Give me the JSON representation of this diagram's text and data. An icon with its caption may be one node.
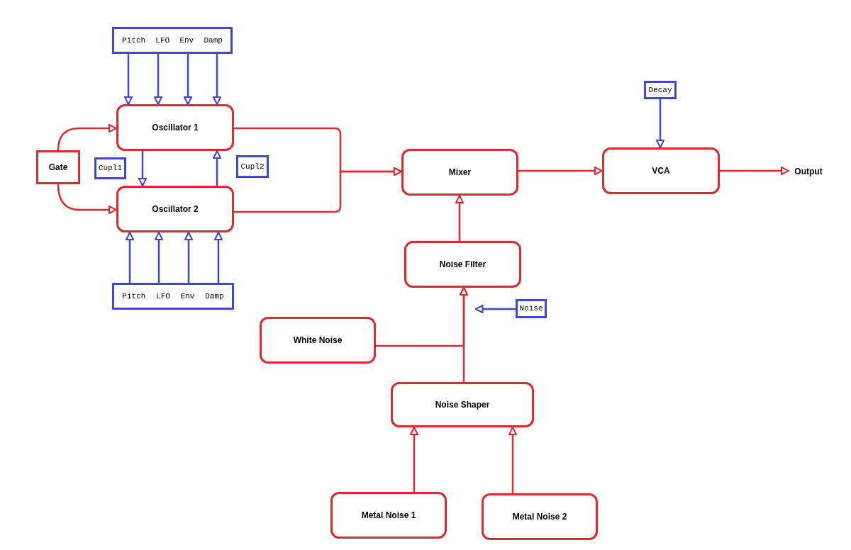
{
  "diagram": {
    "nodes": [
      {
        "text": [
          "Pitch",
          "LFO",
          "Env",
          "Damp"
        ]
      },
      {
        "text": [
          "Decay"
        ]
      },
      {
        "text": [
          "Oscillator 1"
        ]
      },
      {
        "text": [
          "Gate"
        ]
      },
      {
        "text": [
          "Cupl1"
        ]
      },
      {
        "text": [
          "Cupl2"
        ]
      },
      {
        "text": [
          "Mixer"
        ]
      },
      {
        "text": [
          "VCA"
        ]
      },
      {
        "text": [
          "Output"
        ]
      },
      {
        "text": [
          "Oscillator 2"
        ]
      },
      {
        "text": [
          "Noise Filter"
        ]
      },
      {
        "text": [
          "Pitch",
          "LFO",
          "Env",
          "Damp"
        ]
      },
      {
        "text": [
          "Noise"
        ]
      },
      {
        "text": [
          "White Noise"
        ]
      },
      {
        "text": [
          "Noise Shaper"
        ]
      },
      {
        "text": [
          "Metal Noise 1"
        ]
      },
      {
        "text": [
          "Metal Noise 2"
        ]
      }
    ],
    "edges": [
      {
        "from": 0,
        "to": 2,
        "arrow": "to"
      },
      {
        "from": 0,
        "to": 2,
        "arrow": "to"
      },
      {
        "from": 0,
        "to": 2,
        "arrow": "to"
      },
      {
        "from": 0,
        "to": 2,
        "arrow": "to"
      },
      {
        "from": 2,
        "to": 9,
        "arrow": "to"
      },
      {
        "from": 9,
        "to": 2,
        "arrow": "to"
      },
      {
        "from": 3,
        "to": 2,
        "arrow": "to",
        "color": "#dc2a31"
      },
      {
        "from": 3,
        "to": 9,
        "arrow": "to",
        "color": "#dc2a31"
      },
      {
        "from": 2,
        "to": 6,
        "arrow": "to",
        "color": "#dc2a31"
      },
      {
        "from": 9,
        "to": 6,
        "arrow": "to",
        "color": "#dc2a31"
      },
      {
        "from": 1,
        "to": 7,
        "arrow": "to"
      },
      {
        "from": 6,
        "to": 7,
        "arrow": "to",
        "color": "#dc2a31"
      },
      {
        "from": 7,
        "to": 8,
        "arrow": "to",
        "color": "#dc2a31"
      },
      {
        "from": 10,
        "to": 6,
        "arrow": "to",
        "color": "#dc2a31"
      },
      {
        "from": 12,
        "to": 10,
        "arrow": "to"
      },
      {
        "from": 13,
        "to": 10,
        "arrow": "to",
        "color": "#dc2a31"
      },
      {
        "from": 14,
        "to": 10,
        "arrow": "to",
        "color": "#dc2a31"
      },
      {
        "from": 15,
        "to": 14,
        "arrow": "to",
        "color": "#dc2a31"
      },
      {
        "from": 16,
        "to": 14,
        "arrow": "to",
        "color": "#dc2a31"
      },
      {
        "from": 11,
        "to": 9,
        "arrow": "to"
      },
      {
        "from": 11,
        "to": 9,
        "arrow": "to"
      },
      {
        "from": 11,
        "to": 9,
        "arrow": "to"
      },
      {
        "from": 11,
        "to": 9,
        "arrow": "to"
      }
    ]
  }
}
